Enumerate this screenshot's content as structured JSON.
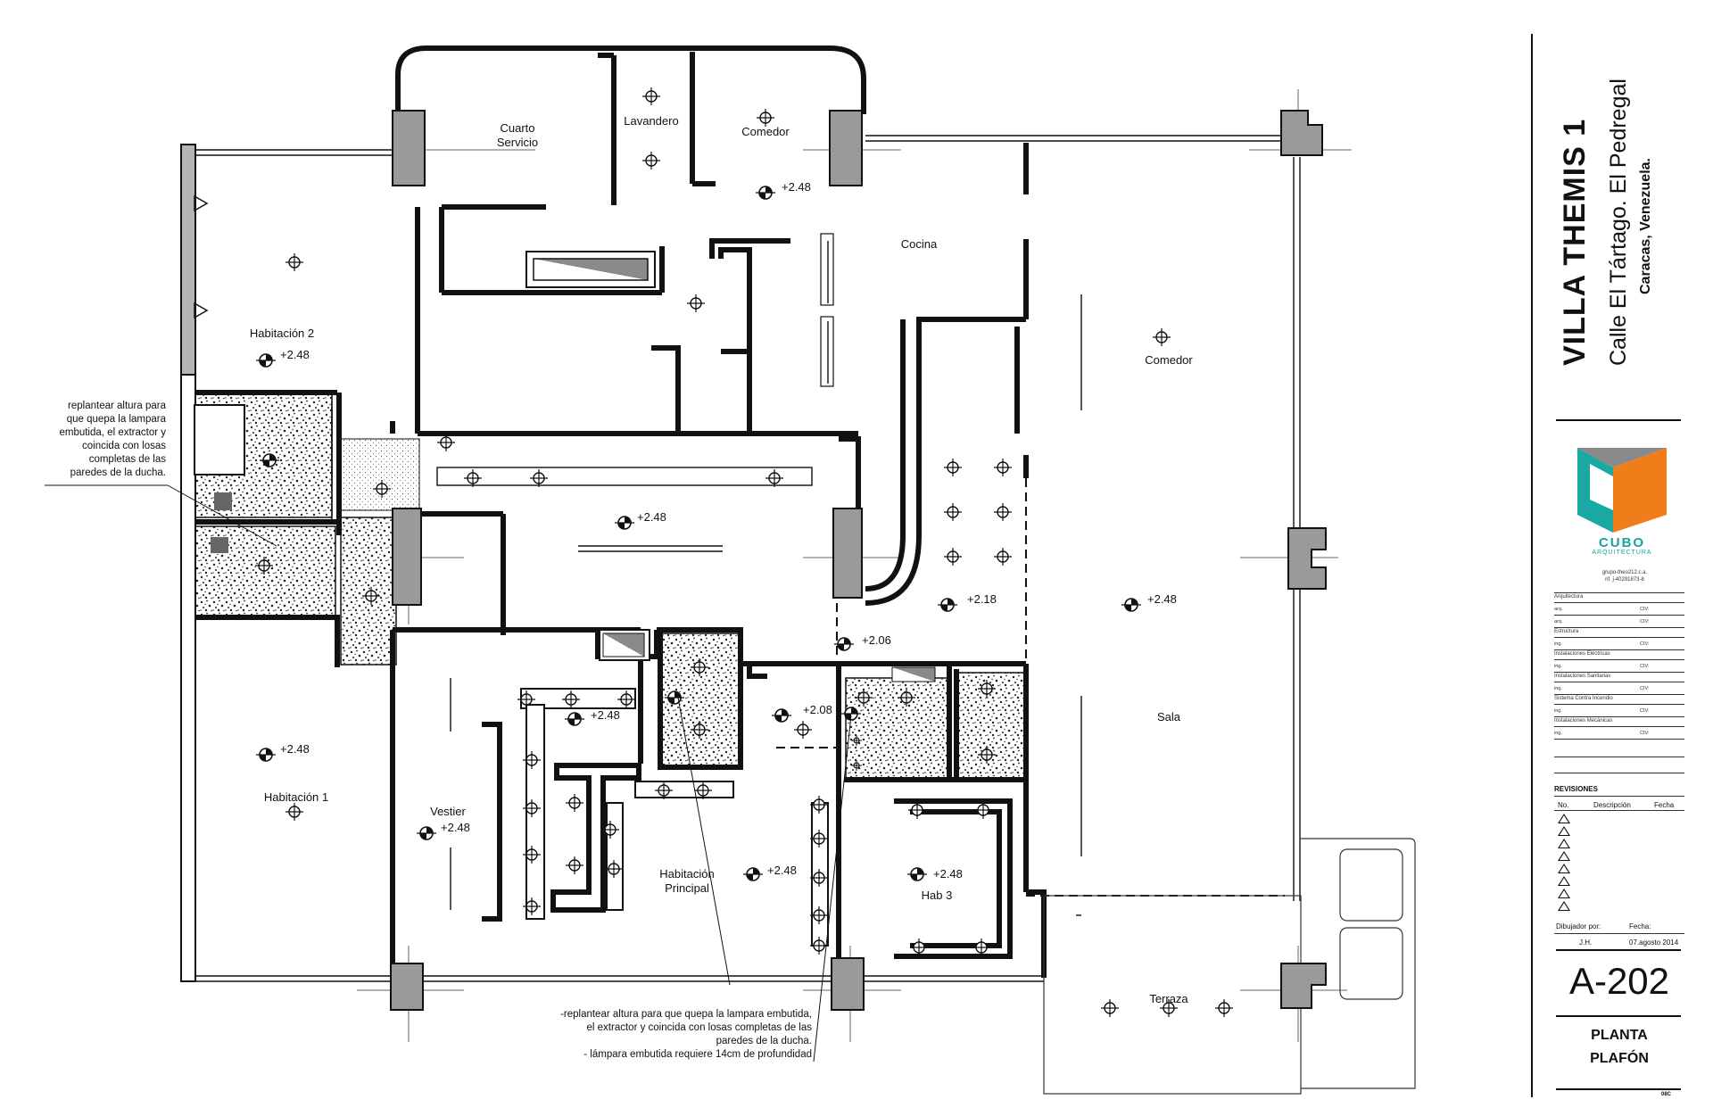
{
  "plan": {
    "rooms": {
      "cuarto_servicio_1": "Cuarto",
      "cuarto_servicio_2": "Servicio",
      "lavandero": "Lavandero",
      "comedor_servicio": "Comedor",
      "cocina": "Cocina",
      "comedor": "Comedor",
      "habitacion2": "Habitación 2",
      "habitacion1": "Habitación 1",
      "vestier": "Vestier",
      "habitacion_principal_1": "Habitación",
      "habitacion_principal_2": "Principal",
      "hab3": "Hab 3",
      "sala": "Sala",
      "terraza": "Terraza"
    },
    "levels": {
      "comedor_servicio": "+2.48",
      "habitacion2": "+2.48",
      "pasillo": "+2.48",
      "cocina_isla": "+2.18",
      "comedor": "+2.48",
      "hall": "+2.06",
      "vestier_closet": "+2.48",
      "bano_principal": "+2.08",
      "habitacion1": "+2.48",
      "vestier": "+2.48",
      "habitacion_principal": "+2.48",
      "hab3": "+2.48"
    },
    "notes": {
      "left": [
        "replantear altura para",
        "que quepa la lampara",
        "embutida, el extractor y",
        "coincida con losas",
        "completas de las",
        "paredes de la ducha."
      ],
      "bottom": [
        "-replantear altura para que quepa la lampara embutida,",
        "el extractor y coincida con losas completas de las",
        "paredes de la ducha.",
        "- lámpara embutida requiere 14cm de profundidad"
      ]
    }
  },
  "titleblock": {
    "project": "VILLA THEMIS 1",
    "address1": "Calle El Tártago. El Pedregal",
    "address2": "Caracas, Venezuela.",
    "logo_brand": "CUBO",
    "logo_sub": "ARQUITECTURA",
    "logo_colors": {
      "teal": "#1aa8a2",
      "orange": "#f07d1a",
      "gray": "#8a8a8a"
    },
    "contact": [
      "grupo-theo212.c.a.",
      "rif. j-40291873-8"
    ],
    "disciplines": [
      {
        "name": "Arquitectura",
        "rows": [
          {
            "sub": "arq.",
            "civ": "CIV:"
          },
          {
            "sub": "arq.",
            "civ": "CIV:"
          }
        ]
      },
      {
        "name": "Estructura",
        "rows": [
          {
            "sub": "ing.",
            "civ": "CIV:"
          }
        ]
      },
      {
        "name": "Instalaciones Eléctricas",
        "rows": [
          {
            "sub": "ing.",
            "civ": "CIV:"
          }
        ]
      },
      {
        "name": "Instalaciones Sanitarias",
        "rows": [
          {
            "sub": "ing.",
            "civ": "CIV:"
          }
        ]
      },
      {
        "name": "Sistema Contra Incendio",
        "rows": [
          {
            "sub": "ing.",
            "civ": "CIV:"
          }
        ]
      },
      {
        "name": "Instalaciones Mecánicas",
        "rows": [
          {
            "sub": "ing.",
            "civ": "CIV:"
          }
        ]
      }
    ],
    "revisions": {
      "title": "REVISIONES",
      "col_no": "No.",
      "col_desc": "Descripción",
      "col_date": "Fecha"
    },
    "drawn_by_label": "Dibujador por:",
    "date_label": "Fecha:",
    "drawn_by": "J.H.",
    "date": "07.agosto 2014",
    "sheet_code": "A-202",
    "sheet_name1": "PLANTA",
    "sheet_name2": "PLAFÓN",
    "sheet_small": "08C"
  }
}
